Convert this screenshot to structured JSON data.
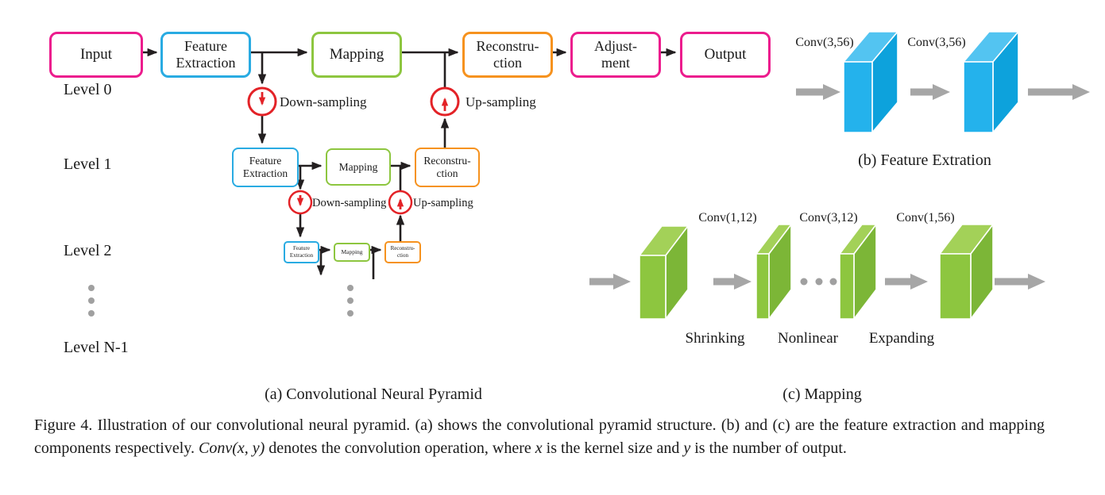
{
  "colors": {
    "magenta": "#ec1c8d",
    "blue": "#29abe2",
    "green": "#8dc63f",
    "orange": "#f6921e",
    "red": "#e32227",
    "gray_arrow": "#a6a6a6",
    "gray_dot": "#a0a0a0",
    "line_black": "#231f20",
    "blue_face_front": "#24b2ec",
    "blue_face_top": "#53c4f1",
    "blue_face_side": "#0da2dc",
    "green_face_front": "#8dc63f",
    "green_face_top": "#a3d158",
    "green_face_side": "#7cb637"
  },
  "panel_a": {
    "caption": "(a) Convolutional Neural Pyramid",
    "level_labels": {
      "l0": "Level 0",
      "l1": "Level 1",
      "l2": "Level 2",
      "ln": "Level N-1"
    },
    "boxes": {
      "input": "Input",
      "feature_l1": "Feature",
      "feature_l2": "Extraction",
      "mapping": "Mapping",
      "recon_l1": "Reconstru-",
      "recon_l2": "ction",
      "adjust_l1": "Adjust-",
      "adjust_l2": "ment",
      "output": "Output"
    },
    "down_sampling": "Down-sampling",
    "up_sampling": "Up-sampling"
  },
  "panel_b": {
    "caption": "(b) Feature Extration",
    "conv_labels": [
      "Conv(3,56)",
      "Conv(3,56)"
    ]
  },
  "panel_c": {
    "caption": "(c) Mapping",
    "conv_labels": [
      "Conv(1,12)",
      "Conv(3,12)",
      "Conv(1,56)"
    ],
    "stage_labels": [
      "Shrinking",
      "Nonlinear",
      "Expanding"
    ]
  },
  "figure_caption": {
    "s1": "Figure 4. Illustration of our convolutional neural pyramid. (a) shows the convolutional pyramid structure. (b) and (c) are the feature extraction and mapping components respectively. ",
    "m1": "Conv(x, y)",
    "s2": " denotes the convolution operation, where ",
    "m2": "x",
    "s3": " is the kernel size and ",
    "m3": "y",
    "s4": " is the number of output."
  }
}
